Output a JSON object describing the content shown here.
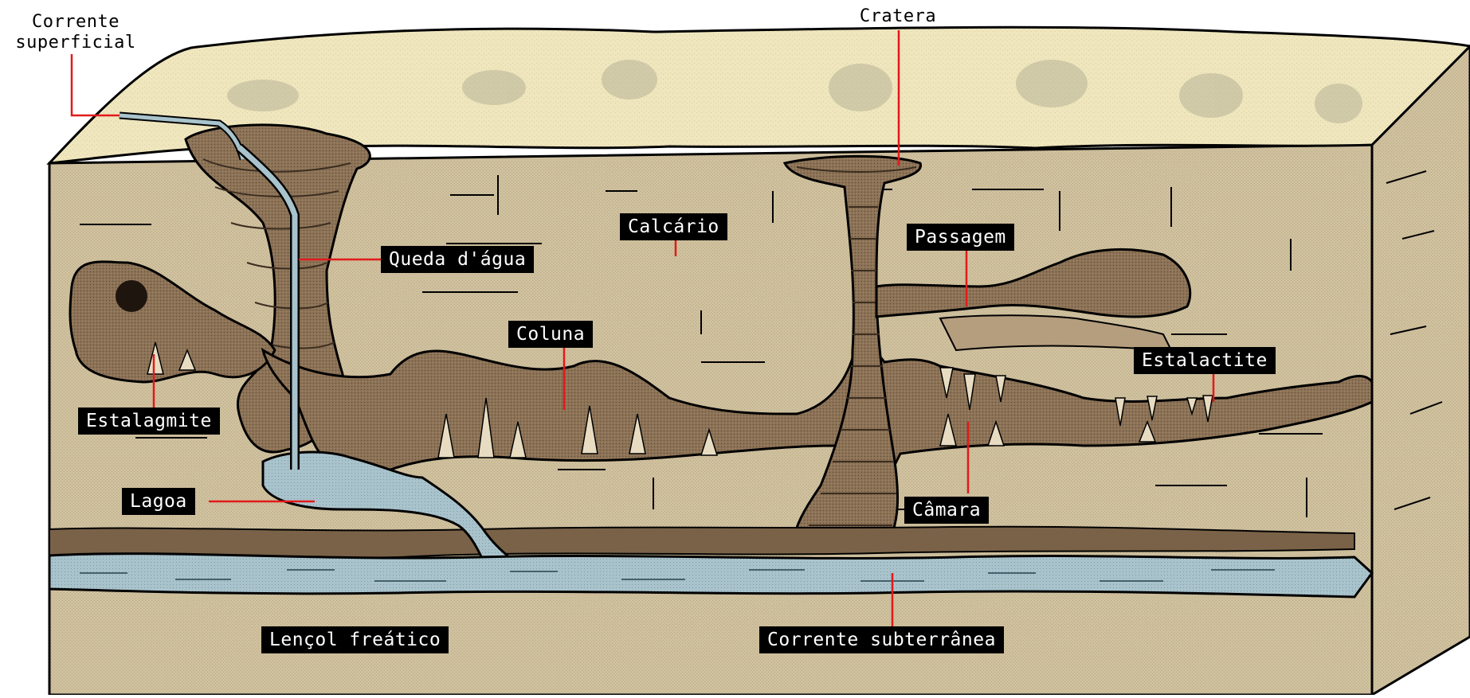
{
  "labels": {
    "corrente_superficial": [
      "Corrente",
      "superficial"
    ],
    "cratera": "Cratera",
    "calcario": "Calcário",
    "passagem": "Passagem",
    "queda_dagua": "Queda d'água",
    "coluna": "Coluna",
    "estalactite": "Estalactite",
    "estalagmite": "Estalagmite",
    "lagoa": "Lagoa",
    "camara": "Câmara",
    "lencol_freatico": "Lençol freático",
    "corrente_subterranea": "Corrente subterrânea"
  },
  "colors": {
    "surface": "#efe6bd",
    "surface_speckle": "#a8a58a",
    "limestone": "#cfc09e",
    "limestone_side": "#c9b994",
    "cave": "#8c7256",
    "cave_dark": "#5e4a36",
    "water": "#a9c3cc",
    "water_dark": "#6f8f9c",
    "leader": "#e11a1a",
    "outline": "#000000"
  }
}
